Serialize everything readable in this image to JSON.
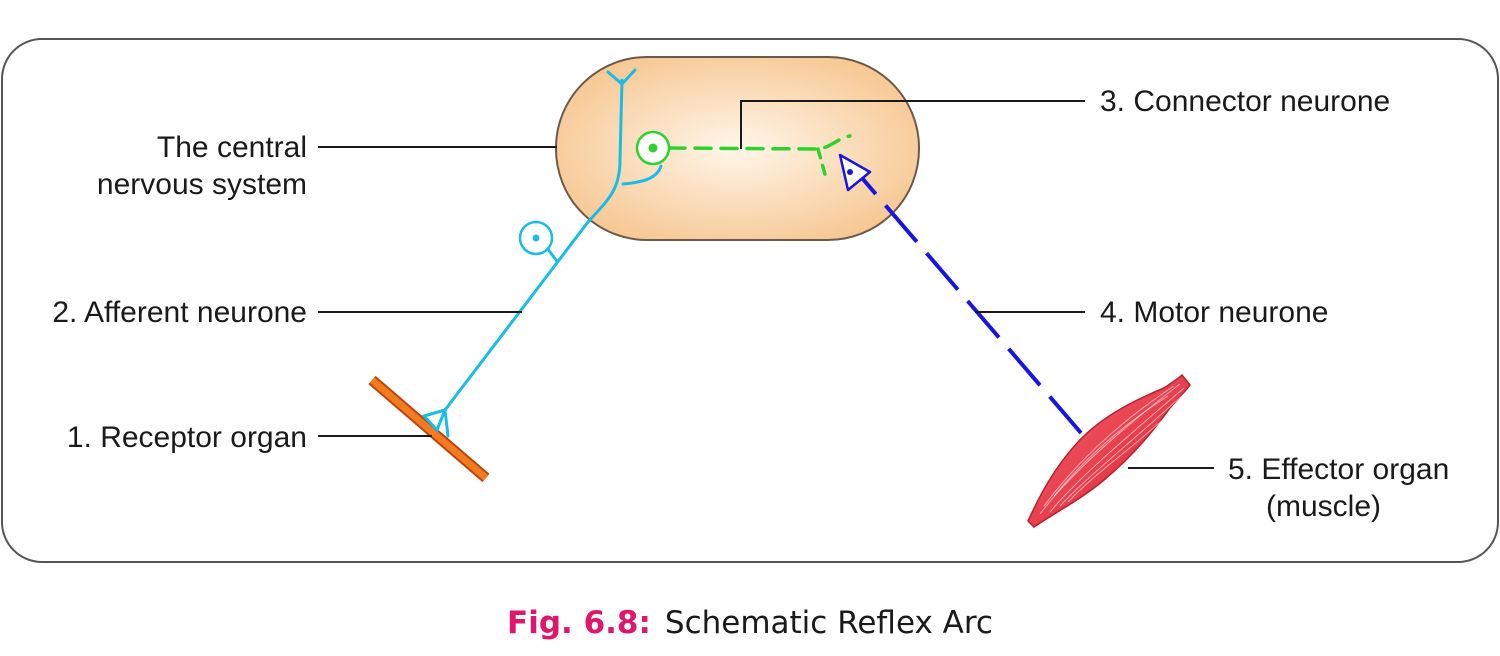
{
  "colors": {
    "afferent": "#18bde6",
    "connector": "#2ed12e",
    "motor": "#1616e0",
    "cns_fill_center": "#fff6ea",
    "cns_fill_edge": "#f6c58e",
    "cns_stroke": "#6b5a4a",
    "receptor_fill": "#f47a1f",
    "receptor_edge": "#b8450a",
    "muscle_fill": "#e8404e",
    "caption_accent": "#e0166a",
    "frame": "#555555"
  },
  "labels": {
    "cns_line1": "The central",
    "cns_line2": "nervous system",
    "connector": "3. Connector neurone",
    "afferent": "2. Afferent neurone",
    "motor": "4. Motor neurone",
    "receptor": "1. Receptor organ",
    "effector_line1": "5. Effector organ",
    "effector_line2": "(muscle)"
  },
  "caption": {
    "number": "Fig. 6.8:",
    "title": "Schematic Reflex Arc"
  }
}
